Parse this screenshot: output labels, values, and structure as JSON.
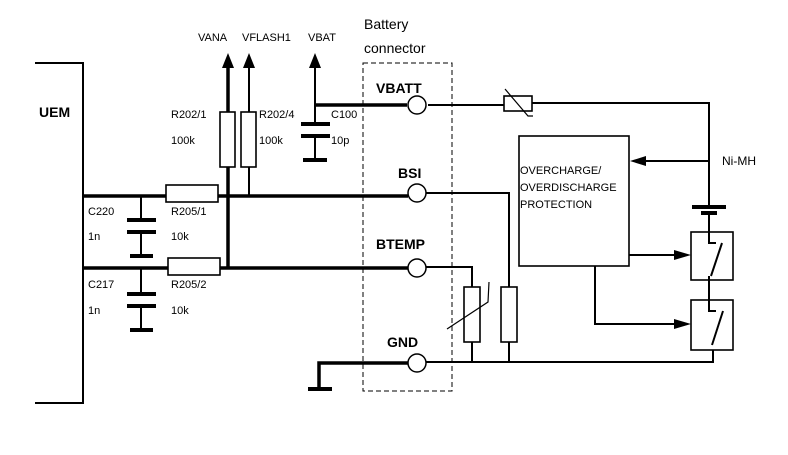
{
  "uem": {
    "label": "UEM"
  },
  "supplies": {
    "vana": "VANA",
    "vflash1": "VFLASH1",
    "vbat": "VBAT"
  },
  "connector": {
    "title_line1": "Battery",
    "title_line2": "connector",
    "pins": [
      "VBATT",
      "BSI",
      "BTEMP",
      "GND"
    ]
  },
  "components": {
    "r202_1": {
      "ref": "R202/1",
      "value": "100k"
    },
    "r202_4": {
      "ref": "R202/4",
      "value": "100k"
    },
    "c100": {
      "ref": "C100",
      "value": "10p"
    },
    "r205_1": {
      "ref": "R205/1",
      "value": "10k"
    },
    "r205_2": {
      "ref": "R205/2",
      "value": "10k"
    },
    "c220": {
      "ref": "C220",
      "value": "1n"
    },
    "c217": {
      "ref": "C217",
      "value": "1n"
    }
  },
  "protection": {
    "line1": "OVERCHARGE/",
    "line2": "OVERDISCHARGE",
    "line3": "PROTECTION"
  },
  "battery": {
    "label": "Ni-MH"
  }
}
